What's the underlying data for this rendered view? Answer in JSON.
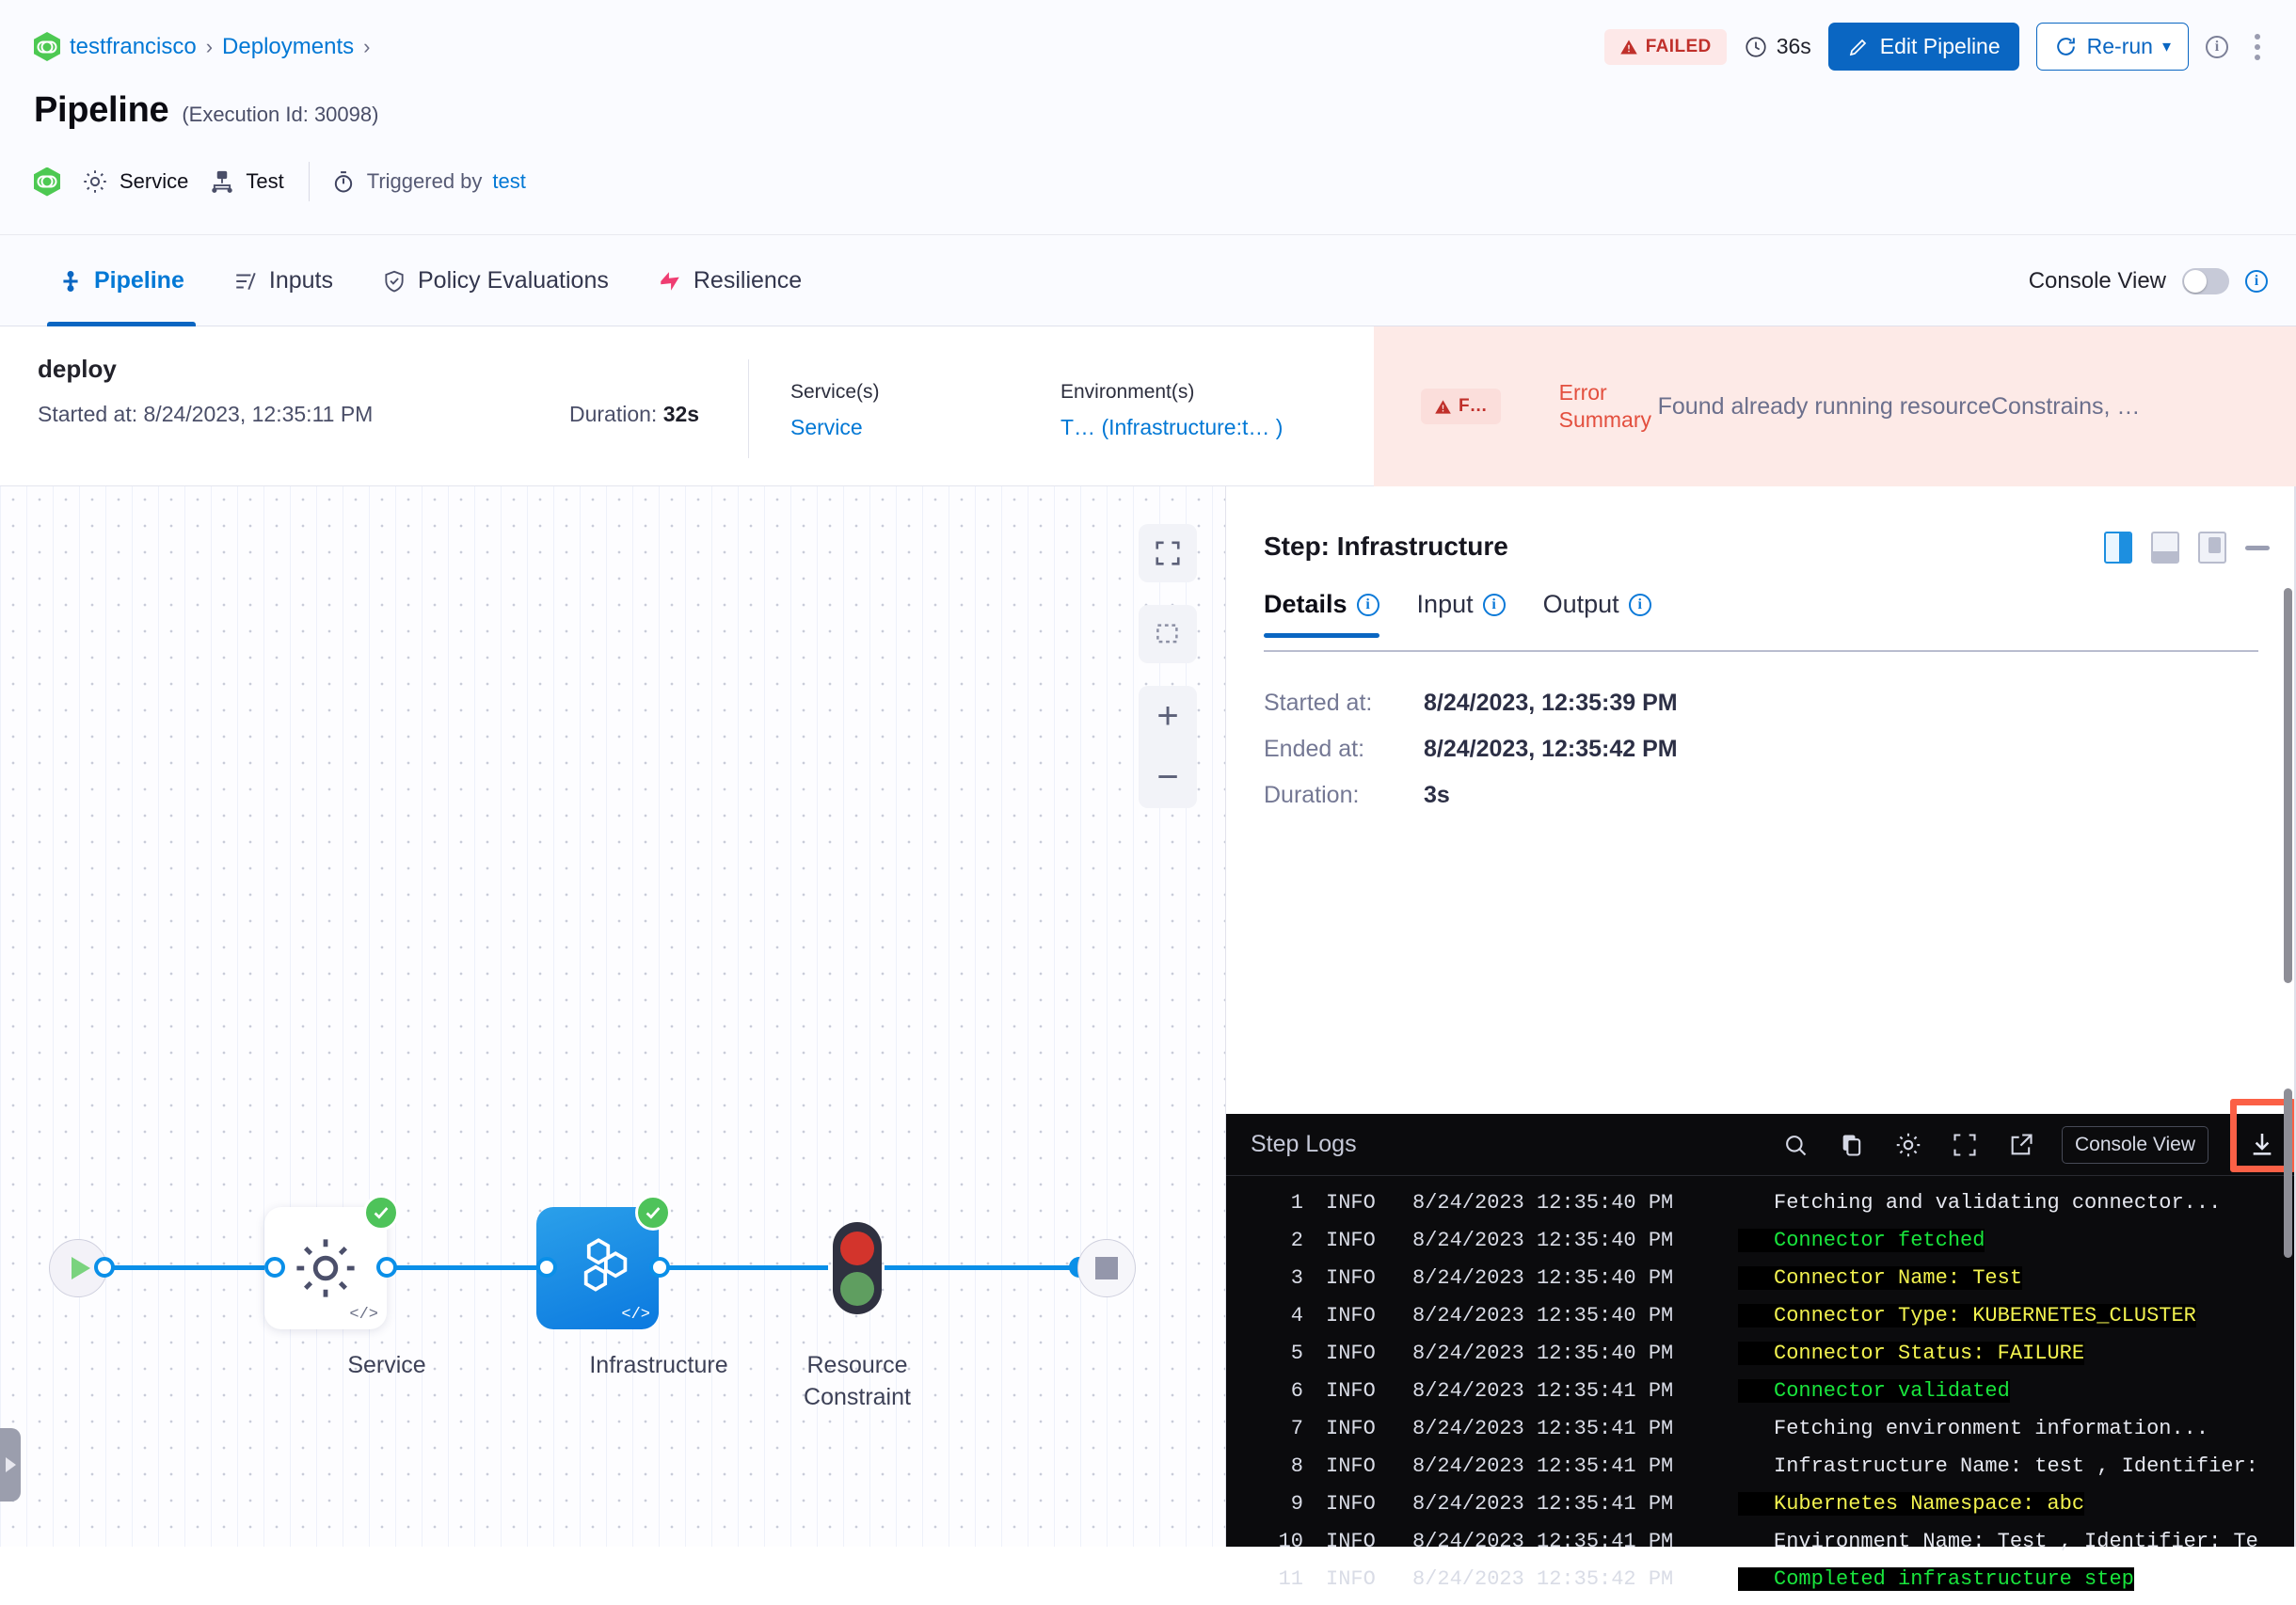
{
  "breadcrumb": {
    "items": [
      "testfrancisco",
      "Deployments"
    ],
    "separator": "›"
  },
  "header": {
    "title": "Pipeline",
    "execution_label": "(Execution Id: 30098)",
    "meta": {
      "service": "Service",
      "test": "Test",
      "triggered_prefix": "Triggered by",
      "triggered_by": "test"
    },
    "status_badge": "FAILED",
    "duration": "36s",
    "edit_button": "Edit Pipeline",
    "rerun_button": "Re-run",
    "rerun_caret": "▾"
  },
  "tabs": {
    "items": [
      {
        "label": "Pipeline",
        "icon": "pipeline-icon",
        "active": true
      },
      {
        "label": "Inputs",
        "icon": "inputs-icon",
        "active": false
      },
      {
        "label": "Policy Evaluations",
        "icon": "shield-check-icon",
        "active": false
      },
      {
        "label": "Resilience",
        "icon": "resilience-icon",
        "active": false
      }
    ],
    "console_view_label": "Console View",
    "console_view_enabled": false
  },
  "stage": {
    "name": "deploy",
    "started_label": "Started at:",
    "started_value": "8/24/2023, 12:35:11 PM",
    "duration_label": "Duration:",
    "duration_value": "32s",
    "services_label": "Service(s)",
    "services_value": "Service",
    "environments_label": "Environment(s)",
    "environments_value": "T… (Infrastructure:t… )",
    "error_pill": "F…",
    "error_label_line1": "Error",
    "error_label_line2": "Summary",
    "error_text": "Found already running resourceConstrains, …"
  },
  "graph": {
    "nodes": [
      {
        "label": "Service",
        "type": "service",
        "status": "success",
        "code_tag": "</>"
      },
      {
        "label": "Infrastructure",
        "type": "infrastructure",
        "status": "success",
        "code_tag": "</>",
        "selected": true
      },
      {
        "label": "Resource\nConstraint",
        "label_line1": "Resource",
        "label_line2": "Constraint",
        "type": "resource-constraint",
        "status": "none"
      }
    ],
    "controls": [
      {
        "name": "fit-to-screen-icon"
      },
      {
        "name": "select-area-icon"
      },
      {
        "name": "zoom-in-icon",
        "glyph": "+"
      },
      {
        "name": "zoom-out-icon",
        "glyph": "−"
      }
    ]
  },
  "step_panel": {
    "title": "Step: Infrastructure",
    "layout_icons": [
      "split-right-layout-icon",
      "split-bottom-layout-icon",
      "floating-layout-icon"
    ],
    "minimize_icon": "minimize-icon",
    "tabs": [
      {
        "label": "Details",
        "active": true
      },
      {
        "label": "Input",
        "active": false
      },
      {
        "label": "Output",
        "active": false
      }
    ],
    "details": [
      {
        "key": "Started at:",
        "value": "8/24/2023, 12:35:39 PM"
      },
      {
        "key": "Ended at:",
        "value": "8/24/2023, 12:35:42 PM"
      },
      {
        "key": "Duration:",
        "value": "3s"
      }
    ]
  },
  "logs": {
    "title": "Step Logs",
    "toolbar": [
      {
        "name": "search-icon"
      },
      {
        "name": "copy-icon"
      },
      {
        "name": "gear-icon"
      },
      {
        "name": "fullscreen-icon"
      },
      {
        "name": "open-external-icon"
      }
    ],
    "console_button": "Console View",
    "download_icon": "download-icon",
    "download_highlighted": true,
    "lines": [
      {
        "n": "1",
        "level": "INFO",
        "ts": "8/24/2023 12:35:40 PM",
        "msg": "Fetching and validating connector...",
        "style": "plain"
      },
      {
        "n": "2",
        "level": "INFO",
        "ts": "8/24/2023 12:35:40 PM",
        "msg": "Connector fetched",
        "style": "green"
      },
      {
        "n": "3",
        "level": "INFO",
        "ts": "8/24/2023 12:35:40 PM",
        "msg": "Connector Name: Test",
        "style": "yellow"
      },
      {
        "n": "4",
        "level": "INFO",
        "ts": "8/24/2023 12:35:40 PM",
        "msg": "Connector Type: KUBERNETES_CLUSTER",
        "style": "yellow"
      },
      {
        "n": "5",
        "level": "INFO",
        "ts": "8/24/2023 12:35:40 PM",
        "msg": "Connector Status: FAILURE",
        "style": "yellow"
      },
      {
        "n": "6",
        "level": "INFO",
        "ts": "8/24/2023 12:35:41 PM",
        "msg": "Connector validated",
        "style": "green"
      },
      {
        "n": "7",
        "level": "INFO",
        "ts": "8/24/2023 12:35:41 PM",
        "msg": "Fetching environment information...",
        "style": "plain"
      },
      {
        "n": "8",
        "level": "INFO",
        "ts": "8/24/2023 12:35:41 PM",
        "msg": "Infrastructure Name: test , Identifier:",
        "style": "plain"
      },
      {
        "n": "9",
        "level": "INFO",
        "ts": "8/24/2023 12:35:41 PM",
        "msg": "Kubernetes Namespace: abc",
        "style": "yellow"
      },
      {
        "n": "10",
        "level": "INFO",
        "ts": "8/24/2023 12:35:41 PM",
        "msg": "Environment Name: Test , Identifier: Te",
        "style": "plain"
      },
      {
        "n": "11",
        "level": "INFO",
        "ts": "8/24/2023 12:35:42 PM",
        "msg": "Completed infrastructure step",
        "style": "green"
      }
    ]
  },
  "colors": {
    "accent": "#0a66c2",
    "link": "#0278d5",
    "failure": "#c0302b",
    "success": "#4ec35a",
    "highlight": "#fb6046"
  }
}
